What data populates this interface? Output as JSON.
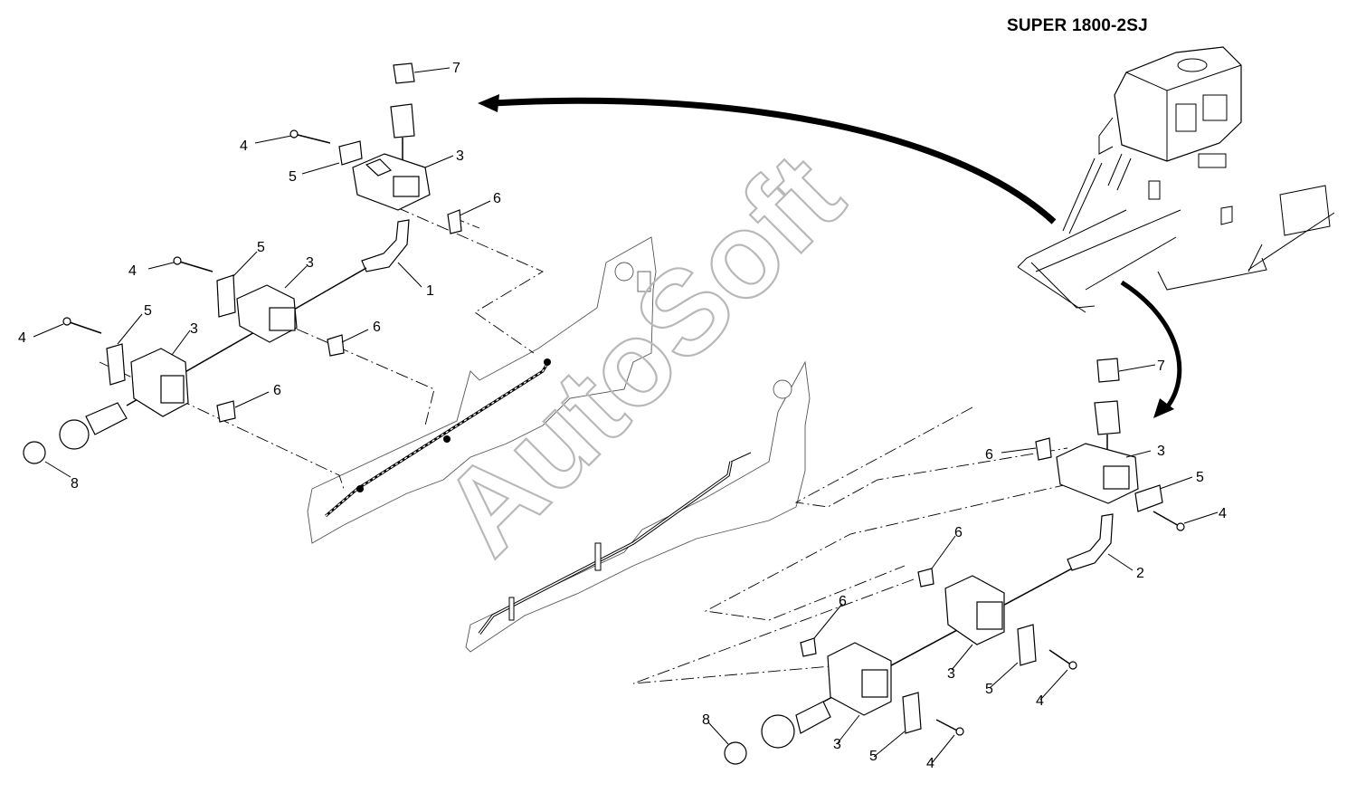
{
  "title": "SUPER 1800-2SJ",
  "watermark": "AutoSoft",
  "callouts": [
    {
      "id": "c1",
      "text": "7"
    },
    {
      "id": "c2",
      "text": "4"
    },
    {
      "id": "c3",
      "text": "3"
    },
    {
      "id": "c4",
      "text": "5"
    },
    {
      "id": "c5",
      "text": "6"
    },
    {
      "id": "c6",
      "text": "5"
    },
    {
      "id": "c7",
      "text": "4"
    },
    {
      "id": "c8",
      "text": "3"
    },
    {
      "id": "c9",
      "text": "1"
    },
    {
      "id": "c10",
      "text": "5"
    },
    {
      "id": "c11",
      "text": "4"
    },
    {
      "id": "c12",
      "text": "3"
    },
    {
      "id": "c13",
      "text": "6"
    },
    {
      "id": "c14",
      "text": "6"
    },
    {
      "id": "c15",
      "text": "8"
    },
    {
      "id": "c16",
      "text": "7"
    },
    {
      "id": "c17",
      "text": "6"
    },
    {
      "id": "c18",
      "text": "3"
    },
    {
      "id": "c19",
      "text": "5"
    },
    {
      "id": "c20",
      "text": "4"
    },
    {
      "id": "c21",
      "text": "6"
    },
    {
      "id": "c22",
      "text": "2"
    },
    {
      "id": "c23",
      "text": "6"
    },
    {
      "id": "c24",
      "text": "3"
    },
    {
      "id": "c25",
      "text": "5"
    },
    {
      "id": "c26",
      "text": "4"
    },
    {
      "id": "c27",
      "text": "8"
    },
    {
      "id": "c28",
      "text": "3"
    },
    {
      "id": "c29",
      "text": "5"
    },
    {
      "id": "c30",
      "text": "4"
    }
  ],
  "colors": {
    "line": "#000000",
    "watermark": "#b8b8b8",
    "background": "#ffffff"
  }
}
